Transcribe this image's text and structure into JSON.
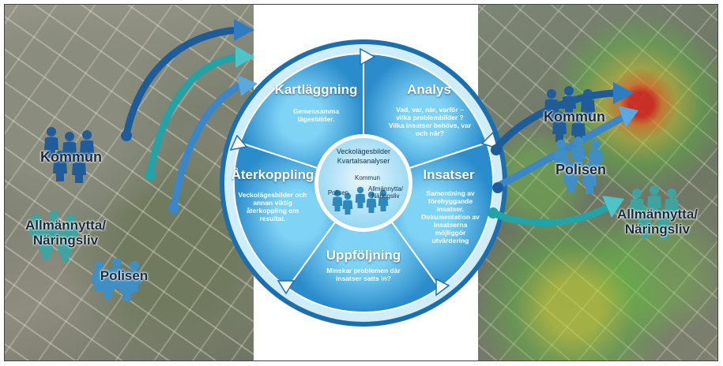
{
  "cycle": {
    "center": {
      "line1": "Veckolägesbilder",
      "line2": "Kvartalsanalyser",
      "kommun": "Kommun",
      "polisen": "Polisen",
      "allmannytta": "Allmännytta/",
      "naringsliv": "Näringsliv"
    },
    "segments": {
      "kartlaggning": {
        "title": "Kartläggning",
        "l1": "Gemensamma",
        "l2": "lägesbilder."
      },
      "analys": {
        "title": "Analys",
        "l1": "Vad, var, när, varför –",
        "l2": "vilka problembilder ?",
        "l3": "Vilka insatser behövs, var",
        "l4": "och när?"
      },
      "insatser": {
        "title": "Insatser",
        "l1": "Samordning av",
        "l2": "förebyggande",
        "l3": "insatser.",
        "l4": "Dokumentation av",
        "l5": "insatserna",
        "l6": "möjliggör",
        "l7": "utvärdering"
      },
      "uppfoljning": {
        "title": "Uppföljning",
        "l1": "Minskar problemen där",
        "l2": "insatser satts in?"
      },
      "aterkoppling": {
        "title": "Återkoppling",
        "l1": "Veckolägesbilder och",
        "l2": "annan viktig",
        "l3": "återkoppling om",
        "l4": "resultat."
      }
    }
  },
  "left_map": {
    "kommun": "Kommun",
    "allmannytta": "Allmännytta/",
    "naringsliv": "Näringsliv",
    "polisen": "Polisen"
  },
  "right_map": {
    "kommun": "Kommun",
    "polisen": "Polisen",
    "allmannytta": "Allmännytta/",
    "naringsliv": "Näringsliv"
  },
  "colors": {
    "kommun": "#1f5c99",
    "polisen": "#3f8fc6",
    "allmannytta": "#3fa4a0",
    "cycle_light": "#5cc0ec",
    "cycle_dark": "#1d78b8"
  }
}
